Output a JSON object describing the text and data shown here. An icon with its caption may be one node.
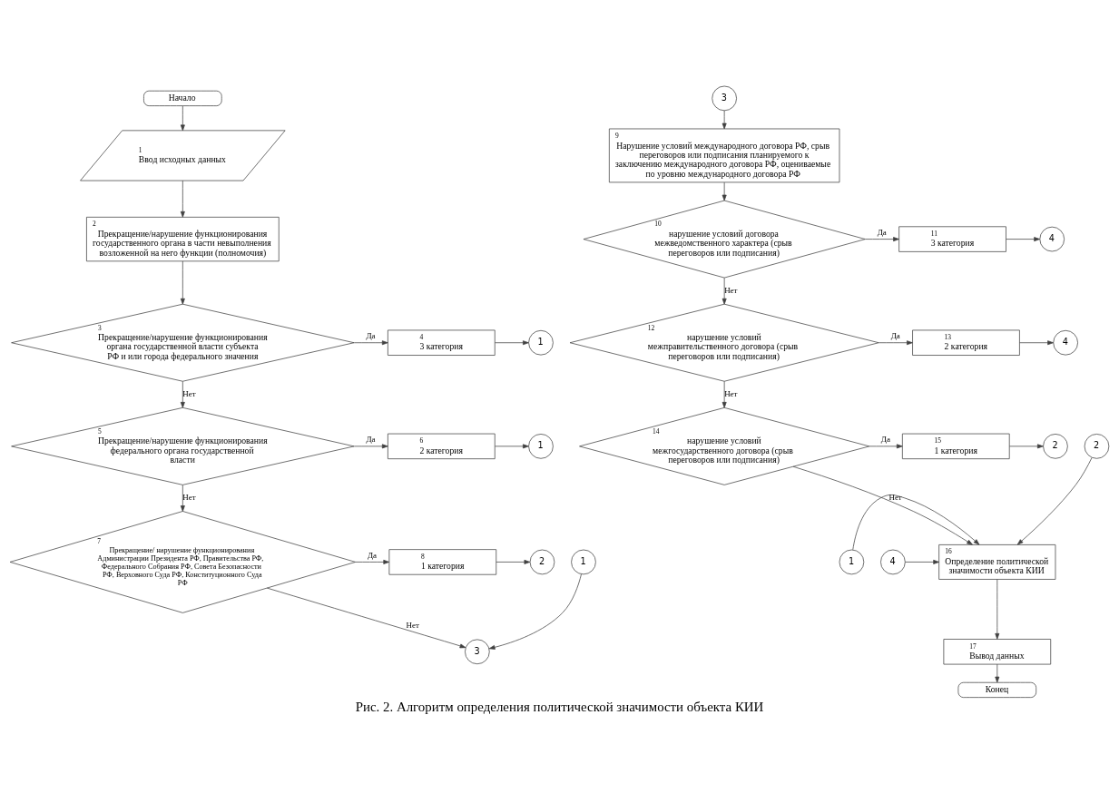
{
  "diagram": {
    "caption": "Рис. 2. Алгоритм определения политической значимости объекта КИИ",
    "nodes": [
      {
        "text": [
          "Начало"
        ]
      },
      {
        "text": [
          "1",
          "Ввод исходных данных"
        ]
      },
      {
        "text": [
          "2",
          "Прекращение/нарушение функционирования государственного органа в части невыполнения возложенной на него функции (полномочия)"
        ]
      },
      {
        "text": [
          "3",
          "Прекращение/нарушение функционирования органа государственной власти субъекта РФ и или города федерального значения"
        ]
      },
      {
        "text": [
          "4",
          "3 категория"
        ]
      },
      {
        "text": [
          "1"
        ]
      },
      {
        "text": [
          "5",
          "Прекращение/нарушение функционирования федерального органа государственной власти"
        ]
      },
      {
        "text": [
          "6",
          "2 категория"
        ]
      },
      {
        "text": [
          "1"
        ]
      },
      {
        "text": [
          "7",
          "Прекращение/ нарушение функционирования Администрации Президента РФ, Правительства РФ, Федерального Собрания РФ, Совета Безопасности РФ, Верховного Суда РФ, Конституционного Суда РФ"
        ]
      },
      {
        "text": [
          "8",
          "1 категория"
        ]
      },
      {
        "text": [
          "2"
        ]
      },
      {
        "text": [
          "1"
        ]
      },
      {
        "text": [
          "3"
        ]
      },
      {
        "text": [
          "3"
        ]
      },
      {
        "text": [
          "9",
          "Нарушение условий международного договора РФ, срыв переговоров или подписания планируемого к заключению международного договора РФ, оцениваемые по уровню международного договора РФ"
        ]
      },
      {
        "text": [
          "10",
          "нарушение условий договора межведомственного характера (срыв переговоров или подписания)"
        ]
      },
      {
        "text": [
          "11",
          "3 категория"
        ]
      },
      {
        "text": [
          "4"
        ]
      },
      {
        "text": [
          "12",
          "нарушение условий межправительственного договора (срыв переговоров или подписания)"
        ]
      },
      {
        "text": [
          "13",
          "2 категория"
        ]
      },
      {
        "text": [
          "4"
        ]
      },
      {
        "text": [
          "14",
          "нарушение условий межгосударственного договора (срыв переговоров или подписания)"
        ]
      },
      {
        "text": [
          "15",
          "1 категория"
        ]
      },
      {
        "text": [
          "2"
        ]
      },
      {
        "text": [
          "1"
        ]
      },
      {
        "text": [
          "2"
        ]
      },
      {
        "text": [
          "16",
          "Определение политической значимости объекта КИИ"
        ]
      },
      {
        "text": [
          "4"
        ]
      },
      {
        "text": [
          "17",
          "Вывод данных"
        ]
      },
      {
        "text": [
          "Конец"
        ]
      }
    ],
    "edges": [
      {
        "from": 0,
        "to": 1,
        "arrow": "to"
      },
      {
        "from": 1,
        "to": 2,
        "arrow": "to"
      },
      {
        "from": 2,
        "to": 3,
        "arrow": "to"
      },
      {
        "from": 3,
        "to": 4,
        "arrow": "to",
        "label": "Да"
      },
      {
        "from": 4,
        "to": 5,
        "arrow": "to"
      },
      {
        "from": 3,
        "to": 6,
        "arrow": "to",
        "label": "Нет"
      },
      {
        "from": 6,
        "to": 7,
        "arrow": "to",
        "label": "Да"
      },
      {
        "from": 7,
        "to": 8,
        "arrow": "to"
      },
      {
        "from": 6,
        "to": 9,
        "arrow": "to",
        "label": "Нет"
      },
      {
        "from": 9,
        "to": 10,
        "arrow": "to",
        "label": "Да"
      },
      {
        "from": 10,
        "to": 11,
        "arrow": "to"
      },
      {
        "from": 9,
        "to": 13,
        "arrow": "to",
        "label": "Нет"
      },
      {
        "from": 12,
        "to": 13,
        "arrow": "to"
      },
      {
        "from": 14,
        "to": 15,
        "arrow": "to"
      },
      {
        "from": 15,
        "to": 16,
        "arrow": "to"
      },
      {
        "from": 16,
        "to": 17,
        "arrow": "to",
        "label": "Да"
      },
      {
        "from": 17,
        "to": 18,
        "arrow": "to"
      },
      {
        "from": 16,
        "to": 19,
        "arrow": "to",
        "label": "Нет"
      },
      {
        "from": 19,
        "to": 20,
        "arrow": "to",
        "label": "Да"
      },
      {
        "from": 20,
        "to": 21,
        "arrow": "to"
      },
      {
        "from": 19,
        "to": 22,
        "arrow": "to",
        "label": "Нет"
      },
      {
        "from": 22,
        "to": 23,
        "arrow": "to",
        "label": "Да"
      },
      {
        "from": 23,
        "to": 24,
        "arrow": "to"
      },
      {
        "from": 22,
        "to": 27,
        "arrow": "to",
        "label": "Нет"
      },
      {
        "from": 25,
        "to": 27,
        "arrow": "to"
      },
      {
        "from": 26,
        "to": 27,
        "arrow": "to"
      },
      {
        "from": 28,
        "to": 27,
        "arrow": "to"
      },
      {
        "from": 27,
        "to": 29,
        "arrow": "to"
      },
      {
        "from": 29,
        "to": 30,
        "arrow": "to"
      }
    ]
  }
}
